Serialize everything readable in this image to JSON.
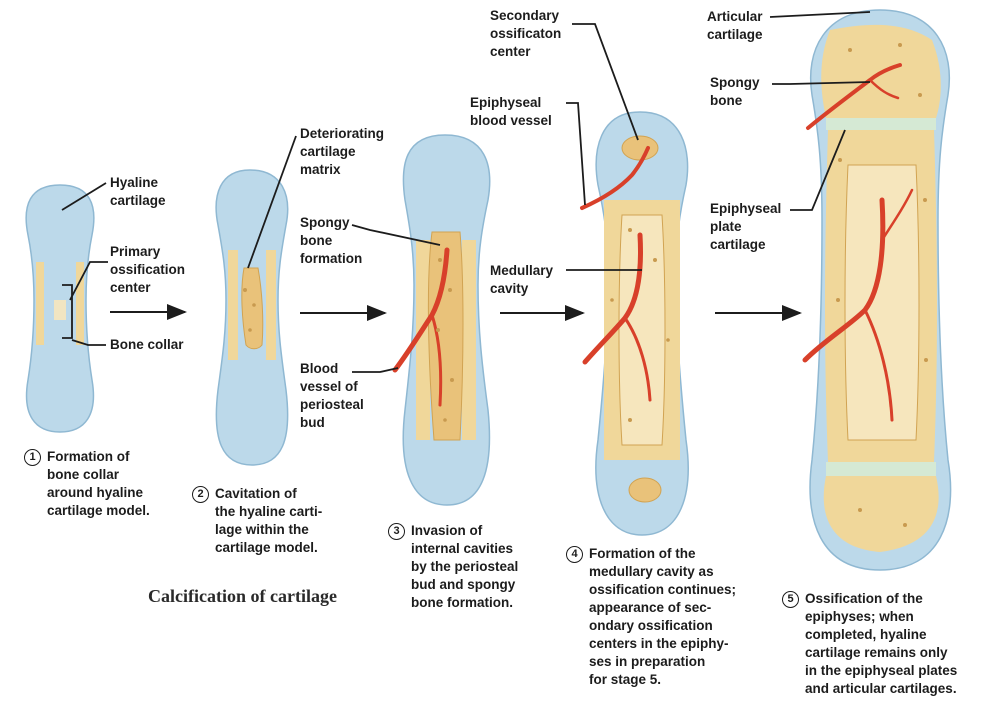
{
  "labels": {
    "hyaline_cartilage": "Hyaline\ncartilage",
    "primary_ossification_center": "Primary\nossification\ncenter",
    "bone_collar": "Bone collar",
    "deteriorating_cartilage_matrix": "Deteriorating\ncartilage\nmatrix",
    "spongy_bone_formation": "Spongy\nbone\nformation",
    "blood_vessel_periosteal_bud": "Blood\nvessel of\nperiosteal\nbud",
    "secondary_ossification_center": "Secondary\nossificaton\ncenter",
    "epiphyseal_blood_vessel": "Epiphyseal\nblood vessel",
    "medullary_cavity": "Medullary\ncavity",
    "articular_cartilage": "Articular\ncartilage",
    "spongy_bone": "Spongy\nbone",
    "epiphyseal_plate_cartilage": "Epiphyseal\nplate\ncartilage"
  },
  "steps": [
    {
      "number": "1",
      "text": "Formation of\nbone collar\naround hyaline\ncartilage model."
    },
    {
      "number": "2",
      "text": "Cavitation of\nthe hyaline carti-\nlage within the\ncartilage model."
    },
    {
      "number": "3",
      "text": "Invasion of\ninternal cavities\nby the periosteal\nbud and spongy\nbone formation."
    },
    {
      "number": "4",
      "text": "Formation of the\nmedullary cavity as\nossification continues;\nappearance of sec-\nondary ossification\ncenters in the epiphy-\nses in preparation\nfor stage 5."
    },
    {
      "number": "5",
      "text": "Ossification of the\nepiphyses; when\ncompleted, hyaline\ncartilage remains only\nin the epiphyseal plates\nand articular cartilages."
    }
  ],
  "subtitle": "Calcification of cartilage",
  "colors": {
    "cartilage": "#bcd9ea",
    "cartilage_edge": "#8fb8d2",
    "bone": "#f0d79a",
    "bone_light": "#f6e6bd",
    "spongy": "#e9c27a",
    "vessel": "#d8402a",
    "ink": "#1c1c1c"
  }
}
